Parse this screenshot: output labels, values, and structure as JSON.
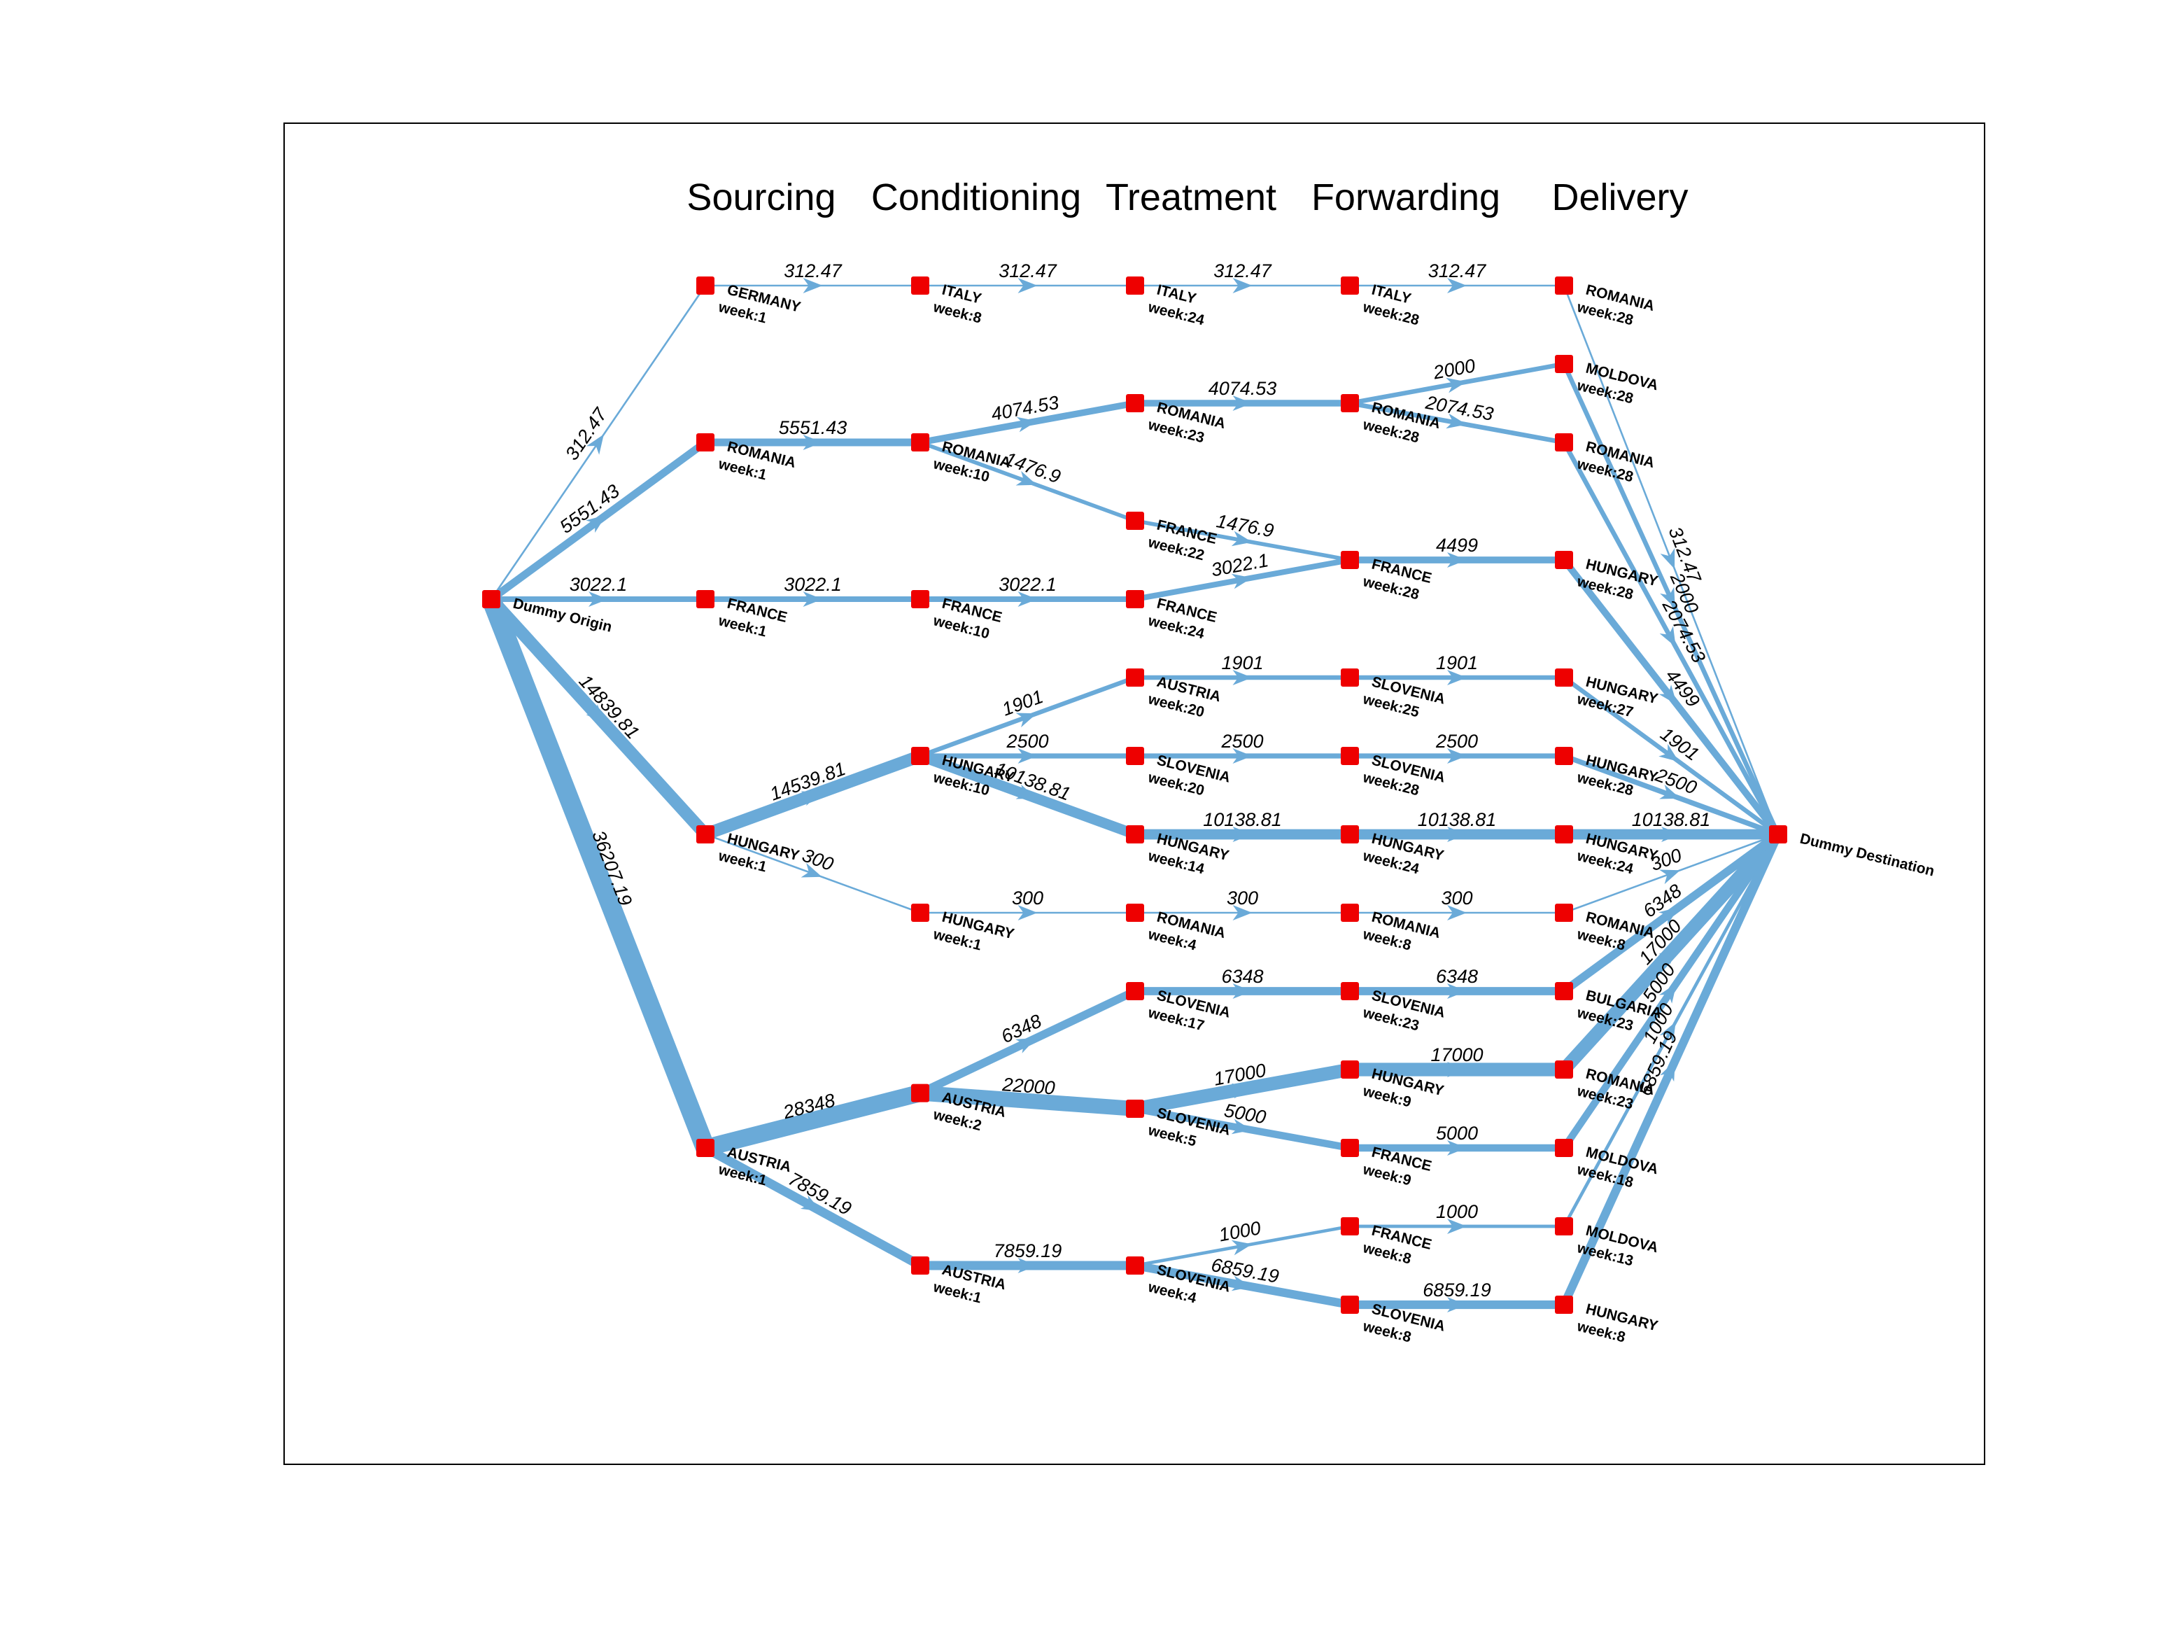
{
  "stages": [
    "Sourcing",
    "Conditioning",
    "Treatment",
    "Forwarding",
    "Delivery"
  ],
  "colors": {
    "edge": "#6aaad8",
    "node": "#ee0000",
    "frame": "#000000"
  },
  "nodes": [
    {
      "id": "O",
      "name": "Dummy Origin",
      "week": "",
      "col": 0,
      "row": 4
    },
    {
      "id": "S1",
      "name": "GERMANY",
      "week": "week:1",
      "col": 1,
      "row": 0
    },
    {
      "id": "S2",
      "name": "ROMANIA",
      "week": "week:1",
      "col": 1,
      "row": 2
    },
    {
      "id": "S3",
      "name": "FRANCE",
      "week": "week:1",
      "col": 1,
      "row": 4
    },
    {
      "id": "S4",
      "name": "HUNGARY",
      "week": "week:1",
      "col": 1,
      "row": 7
    },
    {
      "id": "S5",
      "name": "AUSTRIA",
      "week": "week:1",
      "col": 1,
      "row": 11
    },
    {
      "id": "C1",
      "name": "ITALY",
      "week": "week:8",
      "col": 2,
      "row": 0
    },
    {
      "id": "C2",
      "name": "ROMANIA",
      "week": "week:10",
      "col": 2,
      "row": 2
    },
    {
      "id": "C3",
      "name": "FRANCE",
      "week": "week:10",
      "col": 2,
      "row": 4
    },
    {
      "id": "C4",
      "name": "HUNGARY",
      "week": "week:10",
      "col": 2,
      "row": 6
    },
    {
      "id": "C5",
      "name": "HUNGARY",
      "week": "week:1",
      "col": 2,
      "row": 8
    },
    {
      "id": "C6",
      "name": "AUSTRIA",
      "week": "week:2",
      "col": 2,
      "row": 10.3
    },
    {
      "id": "C7",
      "name": "AUSTRIA",
      "week": "week:1",
      "col": 2,
      "row": 12.5
    },
    {
      "id": "T1",
      "name": "ITALY",
      "week": "week:24",
      "col": 3,
      "row": 0
    },
    {
      "id": "T2",
      "name": "ROMANIA",
      "week": "week:23",
      "col": 3,
      "row": 1.5
    },
    {
      "id": "T3",
      "name": "FRANCE",
      "week": "week:22",
      "col": 3,
      "row": 3
    },
    {
      "id": "T4",
      "name": "FRANCE",
      "week": "week:24",
      "col": 3,
      "row": 4
    },
    {
      "id": "T5",
      "name": "AUSTRIA",
      "week": "week:20",
      "col": 3,
      "row": 5
    },
    {
      "id": "T6",
      "name": "SLOVENIA",
      "week": "week:20",
      "col": 3,
      "row": 6
    },
    {
      "id": "T7",
      "name": "HUNGARY",
      "week": "week:14",
      "col": 3,
      "row": 7
    },
    {
      "id": "T8",
      "name": "ROMANIA",
      "week": "week:4",
      "col": 3,
      "row": 8
    },
    {
      "id": "T9",
      "name": "SLOVENIA",
      "week": "week:17",
      "col": 3,
      "row": 9
    },
    {
      "id": "T10",
      "name": "SLOVENIA",
      "week": "week:5",
      "col": 3,
      "row": 10.5
    },
    {
      "id": "T11",
      "name": "SLOVENIA",
      "week": "week:4",
      "col": 3,
      "row": 12.5
    },
    {
      "id": "F1",
      "name": "ITALY",
      "week": "week:28",
      "col": 4,
      "row": 0
    },
    {
      "id": "F2",
      "name": "ROMANIA",
      "week": "week:28",
      "col": 4,
      "row": 1.5
    },
    {
      "id": "F3",
      "name": "FRANCE",
      "week": "week:28",
      "col": 4,
      "row": 3.5
    },
    {
      "id": "F4",
      "name": "SLOVENIA",
      "week": "week:25",
      "col": 4,
      "row": 5
    },
    {
      "id": "F5",
      "name": "SLOVENIA",
      "week": "week:28",
      "col": 4,
      "row": 6
    },
    {
      "id": "F6",
      "name": "HUNGARY",
      "week": "week:24",
      "col": 4,
      "row": 7
    },
    {
      "id": "F7",
      "name": "ROMANIA",
      "week": "week:8",
      "col": 4,
      "row": 8
    },
    {
      "id": "F8",
      "name": "SLOVENIA",
      "week": "week:23",
      "col": 4,
      "row": 9
    },
    {
      "id": "F9",
      "name": "HUNGARY",
      "week": "week:9",
      "col": 4,
      "row": 10
    },
    {
      "id": "F10",
      "name": "FRANCE",
      "week": "week:9",
      "col": 4,
      "row": 11
    },
    {
      "id": "F11",
      "name": "FRANCE",
      "week": "week:8",
      "col": 4,
      "row": 12
    },
    {
      "id": "F12",
      "name": "SLOVENIA",
      "week": "week:8",
      "col": 4,
      "row": 13
    },
    {
      "id": "D1",
      "name": "ROMANIA",
      "week": "week:28",
      "col": 5,
      "row": 0
    },
    {
      "id": "D2",
      "name": "MOLDOVA",
      "week": "week:28",
      "col": 5,
      "row": 1
    },
    {
      "id": "D3",
      "name": "ROMANIA",
      "week": "week:28",
      "col": 5,
      "row": 2
    },
    {
      "id": "D4",
      "name": "HUNGARY",
      "week": "week:28",
      "col": 5,
      "row": 3.5
    },
    {
      "id": "D5",
      "name": "HUNGARY",
      "week": "week:27",
      "col": 5,
      "row": 5
    },
    {
      "id": "D6",
      "name": "HUNGARY",
      "week": "week:28",
      "col": 5,
      "row": 6
    },
    {
      "id": "D7",
      "name": "HUNGARY",
      "week": "week:24",
      "col": 5,
      "row": 7
    },
    {
      "id": "D8",
      "name": "ROMANIA",
      "week": "week:8",
      "col": 5,
      "row": 8
    },
    {
      "id": "D9",
      "name": "BULGARIA",
      "week": "week:23",
      "col": 5,
      "row": 9
    },
    {
      "id": "D10",
      "name": "ROMANIA",
      "week": "week:23",
      "col": 5,
      "row": 10
    },
    {
      "id": "D11",
      "name": "MOLDOVA",
      "week": "week:18",
      "col": 5,
      "row": 11
    },
    {
      "id": "D12",
      "name": "MOLDOVA",
      "week": "week:13",
      "col": 5,
      "row": 12
    },
    {
      "id": "D13",
      "name": "HUNGARY",
      "week": "week:8",
      "col": 5,
      "row": 13
    },
    {
      "id": "Z",
      "name": "Dummy Destination",
      "week": "",
      "col": 6,
      "row": 7
    }
  ],
  "edges": [
    {
      "from": "O",
      "to": "S1",
      "label": "312.47",
      "value": 312.47
    },
    {
      "from": "O",
      "to": "S2",
      "label": "5551.43",
      "value": 5551.43
    },
    {
      "from": "O",
      "to": "S3",
      "label": "3022.1",
      "value": 3022.1
    },
    {
      "from": "O",
      "to": "S4",
      "label": "14839.81",
      "value": 14839.81
    },
    {
      "from": "O",
      "to": "S5",
      "label": "36207.19",
      "value": 36207.19
    },
    {
      "from": "S1",
      "to": "C1",
      "label": "312.47",
      "value": 312.47
    },
    {
      "from": "S2",
      "to": "C2",
      "label": "5551.43",
      "value": 5551.43
    },
    {
      "from": "S3",
      "to": "C3",
      "label": "3022.1",
      "value": 3022.1
    },
    {
      "from": "S4",
      "to": "C4",
      "label": "14539.81",
      "value": 14539.81
    },
    {
      "from": "S4",
      "to": "C5",
      "label": "300",
      "value": 300
    },
    {
      "from": "S5",
      "to": "C6",
      "label": "28348",
      "value": 28348
    },
    {
      "from": "S5",
      "to": "C7",
      "label": "7859.19",
      "value": 7859.19
    },
    {
      "from": "C1",
      "to": "T1",
      "label": "312.47",
      "value": 312.47
    },
    {
      "from": "C2",
      "to": "T2",
      "label": "4074.53",
      "value": 4074.53
    },
    {
      "from": "C2",
      "to": "T3",
      "label": "1476.9",
      "value": 1476.9
    },
    {
      "from": "C3",
      "to": "T4",
      "label": "3022.1",
      "value": 3022.1
    },
    {
      "from": "C4",
      "to": "T5",
      "label": "1901",
      "value": 1901
    },
    {
      "from": "C4",
      "to": "T6",
      "label": "2500",
      "value": 2500
    },
    {
      "from": "C4",
      "to": "T7",
      "label": "10138.81",
      "value": 10138.81
    },
    {
      "from": "C5",
      "to": "T8",
      "label": "300",
      "value": 300
    },
    {
      "from": "C6",
      "to": "T9",
      "label": "6348",
      "value": 6348
    },
    {
      "from": "C6",
      "to": "T10",
      "label": "22000",
      "value": 22000
    },
    {
      "from": "C7",
      "to": "T11",
      "label": "7859.19",
      "value": 7859.19
    },
    {
      "from": "T1",
      "to": "F1",
      "label": "312.47",
      "value": 312.47
    },
    {
      "from": "T2",
      "to": "F2",
      "label": "4074.53",
      "value": 4074.53
    },
    {
      "from": "T3",
      "to": "F3",
      "label": "1476.9",
      "value": 1476.9
    },
    {
      "from": "T4",
      "to": "F3",
      "label": "3022.1",
      "value": 3022.1
    },
    {
      "from": "T5",
      "to": "F4",
      "label": "1901",
      "value": 1901
    },
    {
      "from": "T6",
      "to": "F5",
      "label": "2500",
      "value": 2500
    },
    {
      "from": "T7",
      "to": "F6",
      "label": "10138.81",
      "value": 10138.81
    },
    {
      "from": "T8",
      "to": "F7",
      "label": "300",
      "value": 300
    },
    {
      "from": "T9",
      "to": "F8",
      "label": "6348",
      "value": 6348
    },
    {
      "from": "T10",
      "to": "F9",
      "label": "17000",
      "value": 17000
    },
    {
      "from": "T10",
      "to": "F10",
      "label": "5000",
      "value": 5000
    },
    {
      "from": "T11",
      "to": "F11",
      "label": "1000",
      "value": 1000
    },
    {
      "from": "T11",
      "to": "F12",
      "label": "6859.19",
      "value": 6859.19
    },
    {
      "from": "F1",
      "to": "D1",
      "label": "312.47",
      "value": 312.47
    },
    {
      "from": "F2",
      "to": "D2",
      "label": "2000",
      "value": 2000
    },
    {
      "from": "F2",
      "to": "D3",
      "label": "2074.53",
      "value": 2074.53
    },
    {
      "from": "F3",
      "to": "D4",
      "label": "4499",
      "value": 4499
    },
    {
      "from": "F4",
      "to": "D5",
      "label": "1901",
      "value": 1901
    },
    {
      "from": "F5",
      "to": "D6",
      "label": "2500",
      "value": 2500
    },
    {
      "from": "F6",
      "to": "D7",
      "label": "10138.81",
      "value": 10138.81
    },
    {
      "from": "F7",
      "to": "D8",
      "label": "300",
      "value": 300
    },
    {
      "from": "F8",
      "to": "D9",
      "label": "6348",
      "value": 6348
    },
    {
      "from": "F9",
      "to": "D10",
      "label": "17000",
      "value": 17000
    },
    {
      "from": "F10",
      "to": "D11",
      "label": "5000",
      "value": 5000
    },
    {
      "from": "F11",
      "to": "D12",
      "label": "1000",
      "value": 1000
    },
    {
      "from": "F12",
      "to": "D13",
      "label": "6859.19",
      "value": 6859.19
    },
    {
      "from": "D1",
      "to": "Z",
      "label": "312.47",
      "value": 312.47
    },
    {
      "from": "D2",
      "to": "Z",
      "label": "2000",
      "value": 2000
    },
    {
      "from": "D3",
      "to": "Z",
      "label": "2074.53",
      "value": 2074.53
    },
    {
      "from": "D4",
      "to": "Z",
      "label": "4499",
      "value": 4499
    },
    {
      "from": "D5",
      "to": "Z",
      "label": "1901",
      "value": 1901
    },
    {
      "from": "D6",
      "to": "Z",
      "label": "2500",
      "value": 2500
    },
    {
      "from": "D7",
      "to": "Z",
      "label": "10138.81",
      "value": 10138.81
    },
    {
      "from": "D8",
      "to": "Z",
      "label": "300",
      "value": 300
    },
    {
      "from": "D9",
      "to": "Z",
      "label": "6348",
      "value": 6348
    },
    {
      "from": "D10",
      "to": "Z",
      "label": "17000",
      "value": 17000
    },
    {
      "from": "D11",
      "to": "Z",
      "label": "5000",
      "value": 5000
    },
    {
      "from": "D12",
      "to": "Z",
      "label": "1000",
      "value": 1000
    },
    {
      "from": "D13",
      "to": "Z",
      "label": "6859.19",
      "value": 6859.19
    }
  ]
}
